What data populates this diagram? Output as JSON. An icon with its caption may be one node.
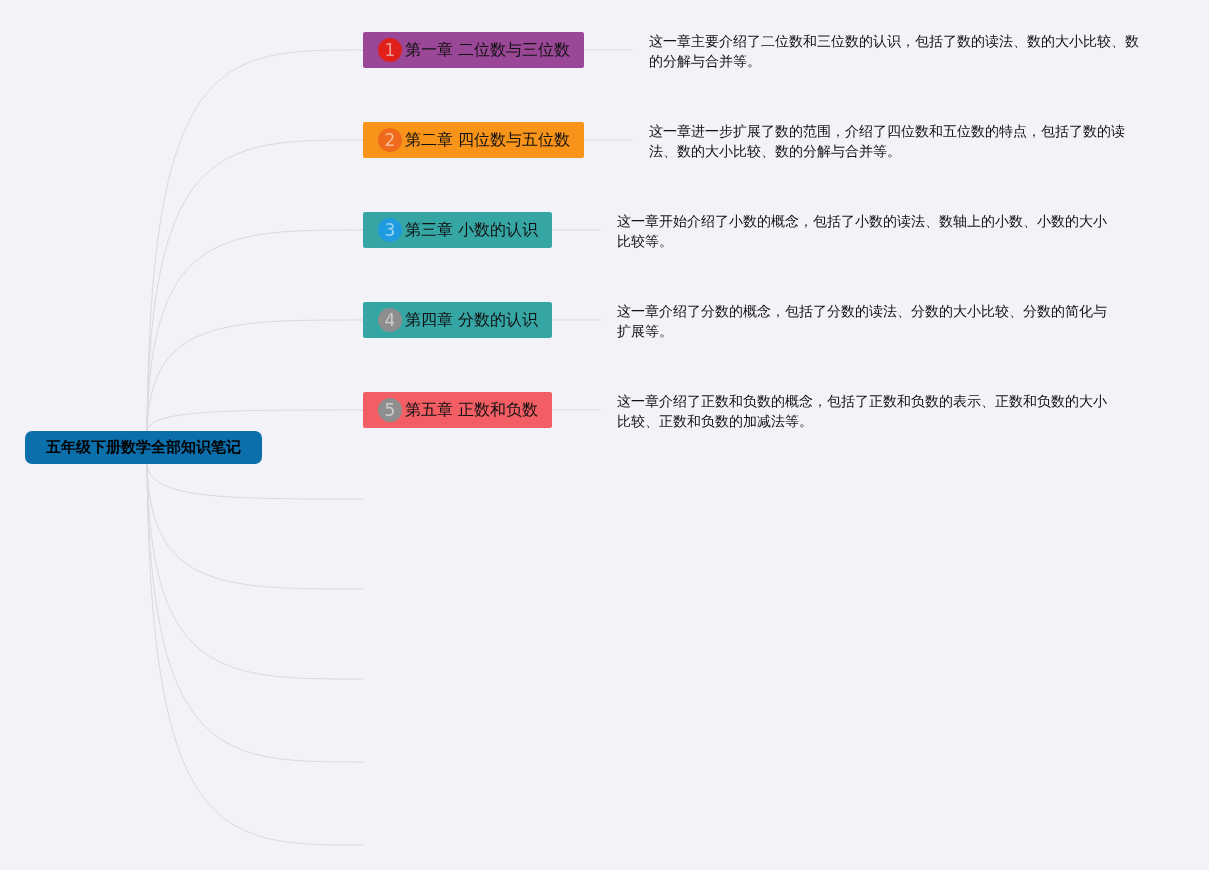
{
  "diagram": {
    "nodes": [
      {
        "text": [
          "五年级下册数学全部知识笔记"
        ]
      },
      {
        "text": [
          "1",
          "第一章 二位数与三位数"
        ]
      },
      {
        "text": [
          "2",
          "第二章 四位数与五位数"
        ]
      },
      {
        "text": [
          "3",
          "第三章 小数的认识"
        ]
      },
      {
        "text": [
          "4",
          "第四章 分数的认识"
        ]
      },
      {
        "text": [
          "5",
          "第五章 正数和负数"
        ]
      },
      {
        "text": [
          "这一章主要介绍了二位数和三位数的认识，包括了数的读法、数的大小比较、数的分解与合并等。"
        ]
      },
      {
        "text": [
          "这一章进一步扩展了数的范围，介绍了四位数和五位数的特点，包括了数的读法、数的大小比较、数的分解与合并等。"
        ]
      },
      {
        "text": [
          "这一章开始介绍了小数的概念，包括了小数的读法、数轴上的小数、小数的大小比较等。"
        ]
      },
      {
        "text": [
          "这一章介绍了分数的概念，包括了分数的读法、分数的大小比较、分数的简化与扩展等。"
        ]
      },
      {
        "text": [
          "这一章介绍了正数和负数的概念，包括了正数和负数的表示、正数和负数的大小比较、正数和负数的加减法等。"
        ]
      }
    ],
    "edges": [
      {
        "from": 0,
        "to": 1,
        "arrow": "none"
      },
      {
        "from": 0,
        "to": 2,
        "arrow": "none"
      },
      {
        "from": 0,
        "to": 3,
        "arrow": "none"
      },
      {
        "from": 0,
        "to": 4,
        "arrow": "none"
      },
      {
        "from": 0,
        "to": 5,
        "arrow": "none"
      },
      {
        "from": 0,
        "to": null,
        "arrow": "none"
      },
      {
        "from": 0,
        "to": null,
        "arrow": "none"
      },
      {
        "from": 0,
        "to": null,
        "arrow": "none"
      },
      {
        "from": 0,
        "to": null,
        "arrow": "none"
      },
      {
        "from": 0,
        "to": null,
        "arrow": "none"
      },
      {
        "from": 1,
        "to": 6,
        "arrow": "none"
      },
      {
        "from": 2,
        "to": 7,
        "arrow": "none"
      },
      {
        "from": 3,
        "to": 8,
        "arrow": "none"
      },
      {
        "from": 4,
        "to": 9,
        "arrow": "none"
      },
      {
        "from": 5,
        "to": 10,
        "arrow": "none"
      }
    ]
  }
}
